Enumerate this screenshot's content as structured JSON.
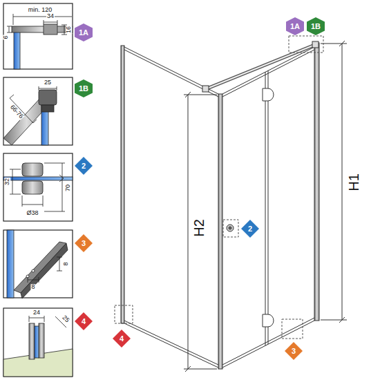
{
  "diagram": {
    "nodes": [
      {
        "text": [
          "1A"
        ]
      },
      {
        "text": [
          "1B"
        ]
      },
      {
        "text": [
          "2"
        ]
      },
      {
        "text": [
          "3"
        ]
      },
      {
        "text": [
          "4"
        ]
      },
      {
        "text": [
          "1A"
        ]
      },
      {
        "text": [
          "1B"
        ]
      },
      {
        "text": [
          "2"
        ]
      },
      {
        "text": [
          "4"
        ]
      },
      {
        "text": [
          "3"
        ]
      }
    ],
    "labels": [
      "min. 120",
      "34",
      "16",
      "6",
      "25",
      "66-76",
      "32",
      "70",
      "Ø38",
      "8",
      "8",
      "24",
      "25",
      "H2",
      "H1"
    ]
  }
}
